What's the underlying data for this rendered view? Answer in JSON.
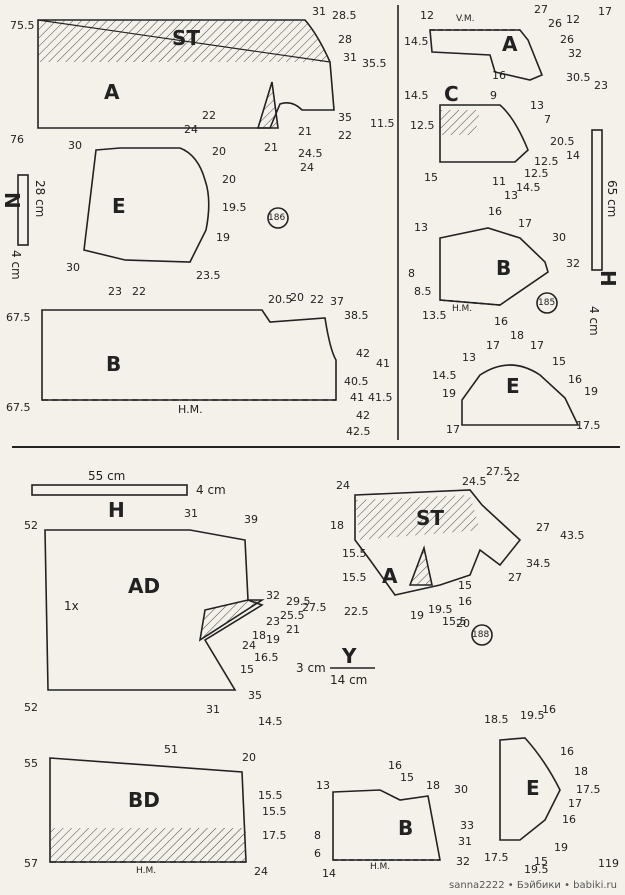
{
  "page_number_top": "17",
  "page_number_bottom": "119",
  "credit": "sanna2222 • Бэйбики • babiki.ru",
  "section_top_left": {
    "figure": "186",
    "scale": {
      "length": "28 cm",
      "unit": "4 cm",
      "letter": "N"
    },
    "pieces": {
      "ST": {
        "label": "ST",
        "nums": [
          "75.5",
          "31",
          "28.5",
          "28",
          "31",
          "35.5",
          "35",
          "22"
        ]
      },
      "A": {
        "label": "A",
        "nums": [
          "76",
          "21",
          "21",
          "24.5",
          "24",
          "11.5"
        ]
      },
      "E": {
        "label": "E",
        "nums": [
          "24",
          "22",
          "20",
          "20",
          "19.5",
          "19",
          "23.5",
          "22",
          "23",
          "30",
          "30"
        ]
      },
      "B": {
        "label": "B",
        "hm": "H.M.",
        "nums": [
          "67.5",
          "67.5",
          "20.5",
          "20",
          "22",
          "37",
          "38.5",
          "42",
          "41",
          "40.5",
          "41",
          "41.5",
          "42",
          "42.5"
        ]
      }
    }
  },
  "section_top_right": {
    "figure": "185",
    "scale": {
      "length": "65 cm",
      "unit": "4 cm",
      "letter": "H"
    },
    "pieces": {
      "A": {
        "label": "A",
        "vm": "V.M.",
        "nums": [
          "12",
          "27",
          "26",
          "12",
          "26",
          "32",
          "30.5",
          "23",
          "16",
          "14.5"
        ]
      },
      "C": {
        "label": "C",
        "nums": [
          "9",
          "13",
          "7",
          "20.5",
          "14",
          "12.5",
          "12.5",
          "15",
          "14.5",
          "13",
          "11",
          "12.5",
          "14.5"
        ]
      },
      "B": {
        "label": "B",
        "hm": "H.M.",
        "nums": [
          "16",
          "17",
          "30",
          "32",
          "13",
          "8",
          "8.5",
          "13.5",
          "16"
        ]
      },
      "E": {
        "label": "E",
        "nums": [
          "13",
          "17",
          "18",
          "17",
          "15",
          "16",
          "19",
          "17.5",
          "17",
          "14.5",
          "19"
        ]
      }
    }
  },
  "section_bottom": {
    "figure": "188",
    "scale_top": {
      "length": "55 cm",
      "unit": "4 cm",
      "letter": "H"
    },
    "scale_bottom": {
      "length": "14 cm",
      "unit": "3 cm",
      "letter": "Y"
    },
    "pieces": {
      "AD": {
        "label": "AD",
        "mark": "1x",
        "nums": [
          "52",
          "31",
          "39",
          "32",
          "29.5",
          "27.5",
          "25.5",
          "23",
          "21",
          "18",
          "19",
          "24",
          "16.5",
          "15",
          "35",
          "14.5",
          "31",
          "52"
        ]
      },
      "BD": {
        "label": "BD",
        "hm": "H.M.",
        "nums": [
          "55",
          "51",
          "20",
          "15.5",
          "15.5",
          "17.5",
          "24",
          "57"
        ]
      },
      "ST": {
        "label": "ST",
        "nums": [
          "24",
          "24.5",
          "27.5",
          "22",
          "27",
          "43.5",
          "34.5",
          "27",
          "18"
        ]
      },
      "A": {
        "label": "A",
        "nums": [
          "15.5",
          "15.5",
          "22.5",
          "15",
          "19.5",
          "16",
          "15.5",
          "20",
          "19"
        ]
      },
      "B": {
        "label": "B",
        "hm": "H.M.",
        "nums": [
          "13",
          "16",
          "15",
          "18",
          "30",
          "33",
          "31",
          "32",
          "8",
          "6",
          "14"
        ]
      },
      "E": {
        "label": "E",
        "nums": [
          "18.5",
          "19.5",
          "16",
          "16",
          "18",
          "17.5",
          "17",
          "16",
          "19",
          "15",
          "19.5",
          "17.5"
        ]
      }
    }
  }
}
